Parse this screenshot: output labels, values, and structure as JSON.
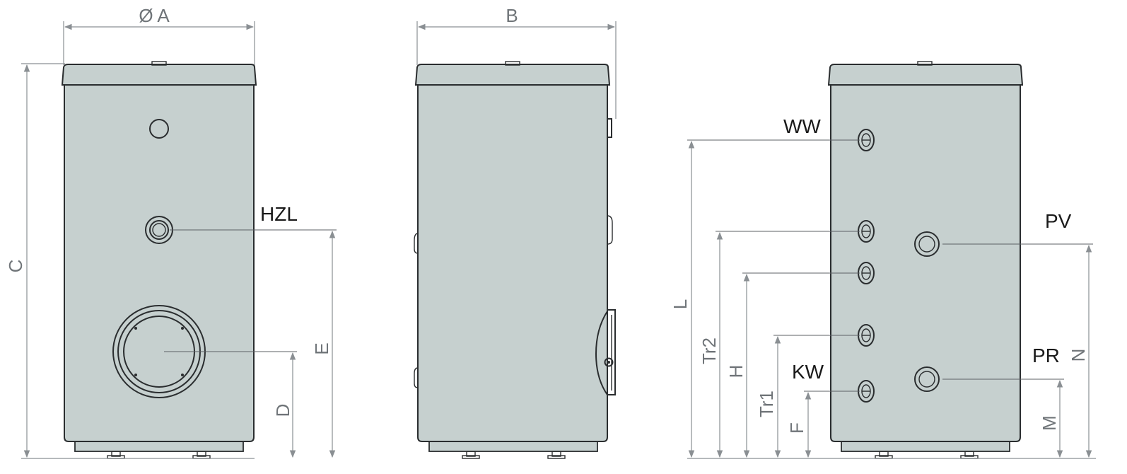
{
  "dimension_labels": {
    "a": "Ø A",
    "b": "B",
    "c": "C",
    "d": "D",
    "e": "E",
    "l": "L",
    "tr2": "Tr2",
    "h": "H",
    "tr1": "Tr1",
    "f": "F",
    "n": "N",
    "m": "M"
  },
  "port_labels": {
    "hzl": "HZL",
    "ww": "WW",
    "kw": "KW",
    "pv": "PV",
    "pr": "PR"
  },
  "colors": {
    "tank_fill": "#c6d0cf",
    "outline": "#2a2d2f",
    "dimension_line": "#8a8f93"
  }
}
